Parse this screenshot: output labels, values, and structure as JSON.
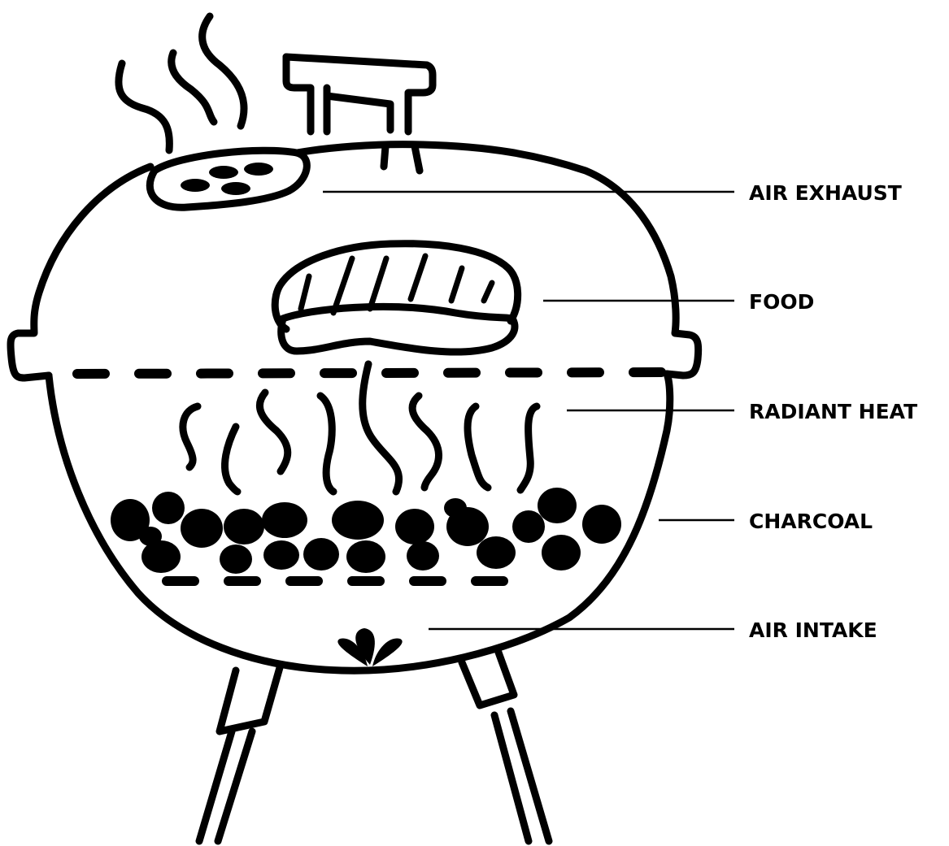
{
  "labels": {
    "air_exhaust": "AIR EXHAUST",
    "food": "FOOD",
    "radiant_heat": "RADIANT HEAT",
    "charcoal": "CHARCOAL",
    "air_intake": "AIR INTAKE"
  },
  "colors": {
    "ink": "#000000",
    "background": "#ffffff"
  }
}
